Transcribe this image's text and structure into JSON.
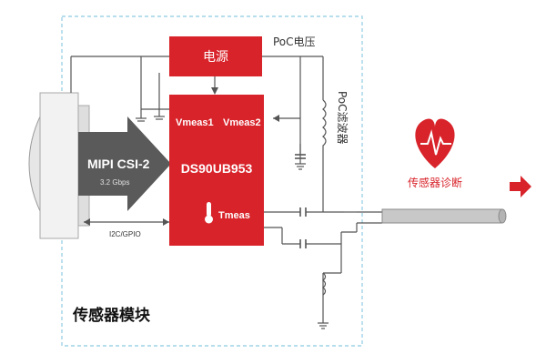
{
  "blocks": {
    "power": "电源",
    "chip": "DS90UB953",
    "vmeas1": "Vmeas1",
    "vmeas2": "Vmeas2",
    "tmeas": "Tmeas"
  },
  "labels": {
    "poc_voltage": "PoC电压",
    "poc_filter": "PoC滤波器",
    "mipi": "MIPI CSI-2",
    "mipi_rate": "3.2 Gbps",
    "i2c_gpio": "I2C/GPIO",
    "sensor_diag": "传感器诊断",
    "sensor_module": "传感器模块"
  },
  "colors": {
    "red": "#d8232a",
    "dark_red": "#b0151b",
    "dashed_border": "#9fd3e6",
    "wire": "#555555",
    "arrow_gray": "#5a5a5a"
  }
}
